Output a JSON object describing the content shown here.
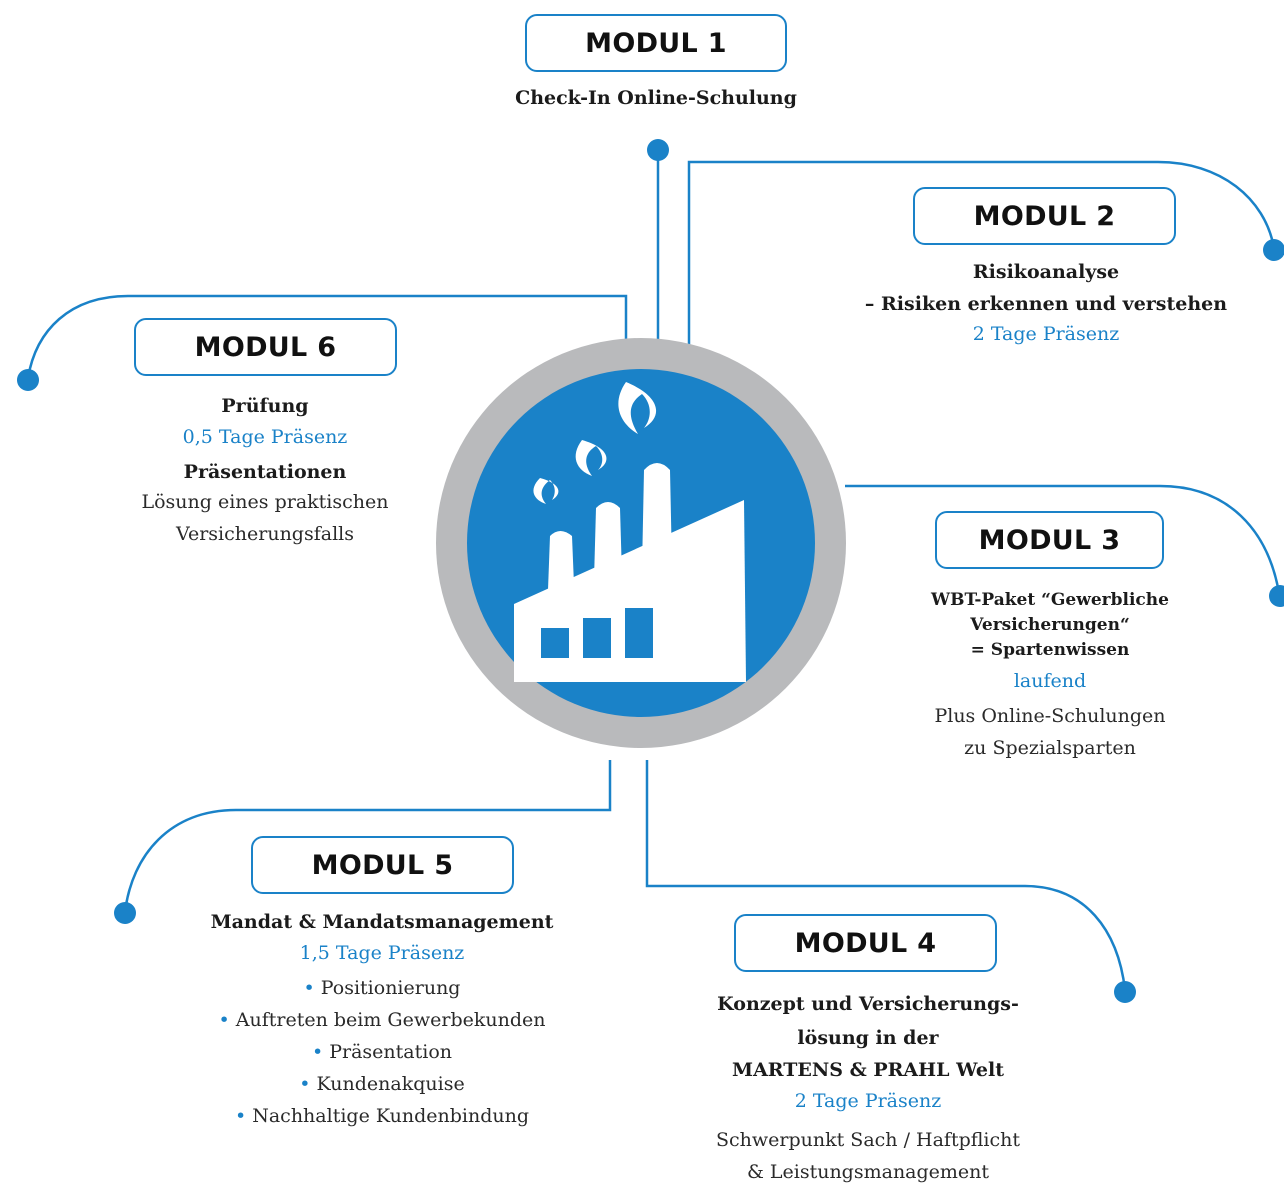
{
  "modules": {
    "m1": {
      "title": "MODUL 1",
      "line1": "Check-In Online-Schulung"
    },
    "m2": {
      "title": "MODUL 2",
      "line1": "Risikoanalyse",
      "line2": "– Risiken erkennen und verstehen",
      "duration": "2 Tage Präsenz"
    },
    "m3": {
      "title": "MODUL 3",
      "line1": "WBT-Paket “Gewerbliche",
      "line2": "Versicherungen“",
      "line3": "= Spartenwissen",
      "duration": "laufend",
      "note1": "Plus Online-Schulungen",
      "note2": "zu Spezialsparten"
    },
    "m4": {
      "title": "MODUL 4",
      "line1": "Konzept  und Versicherungs-",
      "line2": "lösung in der",
      "line3": "MARTENS & PRAHL Welt",
      "duration": "2 Tage Präsenz",
      "note1": "Schwerpunkt Sach / Haftpflicht",
      "note2": "& Leistungsmanagement"
    },
    "m5": {
      "title": "MODUL 5",
      "line1": "Mandat & Mandatsmanagement",
      "duration": "1,5 Tage Präsenz",
      "bullets": [
        "Positionierung",
        "Auftreten beim Gewerbekunden",
        "Präsentation",
        "Kundenakquise",
        "Nachhaltige Kundenbindung"
      ]
    },
    "m6": {
      "title": "MODUL 6",
      "line1": "Prüfung",
      "duration": "0,5 Tage Präsenz",
      "line2": "Präsentationen",
      "note1": "Lösung eines praktischen",
      "note2": "Versicherungsfalls"
    }
  },
  "bullet_symbol": "•",
  "center_icon": "factory-icon",
  "colors": {
    "accent": "#1a82c8",
    "ring": "#b9babc",
    "text": "#222222"
  }
}
